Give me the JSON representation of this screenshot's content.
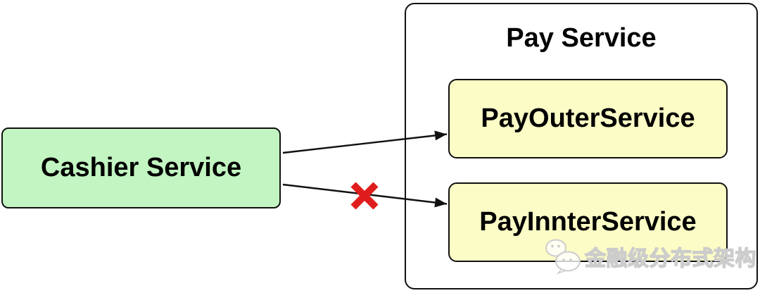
{
  "diagram": {
    "cashier_box": {
      "label": "Cashier Service"
    },
    "pay_service_box": {
      "title": "Pay Service"
    },
    "pay_outer_box": {
      "label": "PayOuterService"
    },
    "pay_innter_box": {
      "label": "PayInnterService"
    },
    "connections": [
      {
        "from": "Cashier Service",
        "to": "PayOuterService",
        "blocked": false
      },
      {
        "from": "Cashier Service",
        "to": "PayInnterService",
        "blocked": true
      }
    ]
  },
  "watermark": {
    "icon": "wechat-logo",
    "text": "金融级分布式架构"
  },
  "colors": {
    "cashier_fill": "#c2f5c1",
    "service_fill": "#fcfcc6",
    "outline": "#111111",
    "arrow": "#111111",
    "cross_red": "#e01d1d",
    "watermark_gray": "#cccccc"
  }
}
